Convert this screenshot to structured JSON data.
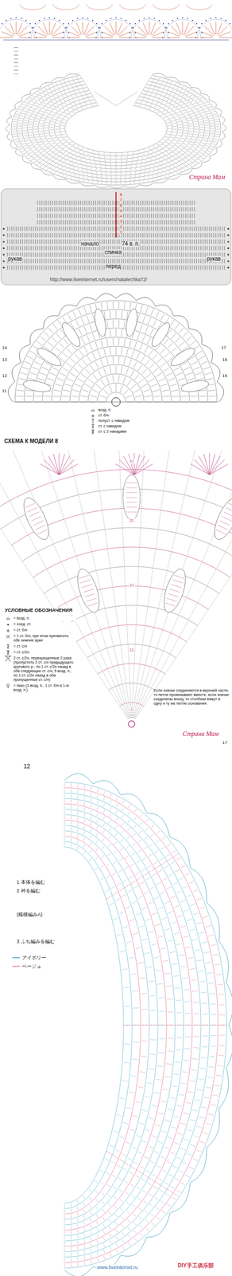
{
  "diagram": {
    "labels": [
      "Страна Мам",
      "8",
      "7",
      "6",
      "5",
      "4",
      "3",
      "2",
      "1",
      "начало",
      "74 в. п.",
      "спинка",
      "рукав",
      "рукав",
      "перед",
      "http://www.liveinternet.ru/users/natalechka72/",
      "17",
      "16",
      "15",
      "14",
      "13",
      "12",
      "11",
      "СХЕМА К МОДЕЛИ 8",
      "УСЛОВНЫЕ ОБОЗНАЧЕНИЯ",
      "Если значки соединяются в верхней части, то петли провязывают вместе, если значки соединены внизу, то столбики вяжут в одну и ту же петлю основания.",
      "Страна Мам",
      "17",
      "41",
      "31",
      "21",
      "11",
      "1",
      "12",
      "1 本体を編む",
      "2 衿を編む",
      "(模様編みA)",
      "3 ふち編みを編む",
      "www.liveinternet.ru",
      "DIY手工俱乐部"
    ],
    "legend": [
      {
        "text": "возд. п."
      },
      {
        "text": "ст. б/н"
      },
      {
        "text": "полуст. с накидом"
      },
      {
        "text": "ст. с накидом"
      },
      {
        "text": "ст. с 2 накидами"
      },
      {
        "text": "= возд. п."
      },
      {
        "text": "= соед. ст."
      },
      {
        "text": "= ст. б/н"
      },
      {
        "text": "= 1 ст. б/н, при этом прихватить обе нижние арки"
      },
      {
        "text": "= ст. с/н"
      },
      {
        "text": "= ст. с/2н"
      },
      {
        "text": "2 ст. с/2н, перекрещенные 2 раза (пропустить 2 ст. с/н предыдущего кругового р., по 1 ст. с/2н назад в оба следующие ст. с/н, 5 возд. п., по 1 ст. с/2н назад в оба пропущенные ст. с/н)"
      },
      {
        "text": "= пико (3 возд. п., 1 ст. б/н в 1-ю возд. п.)"
      },
      {
        "text": "アイボリー"
      },
      {
        "text": "ベージュ"
      }
    ]
  }
}
